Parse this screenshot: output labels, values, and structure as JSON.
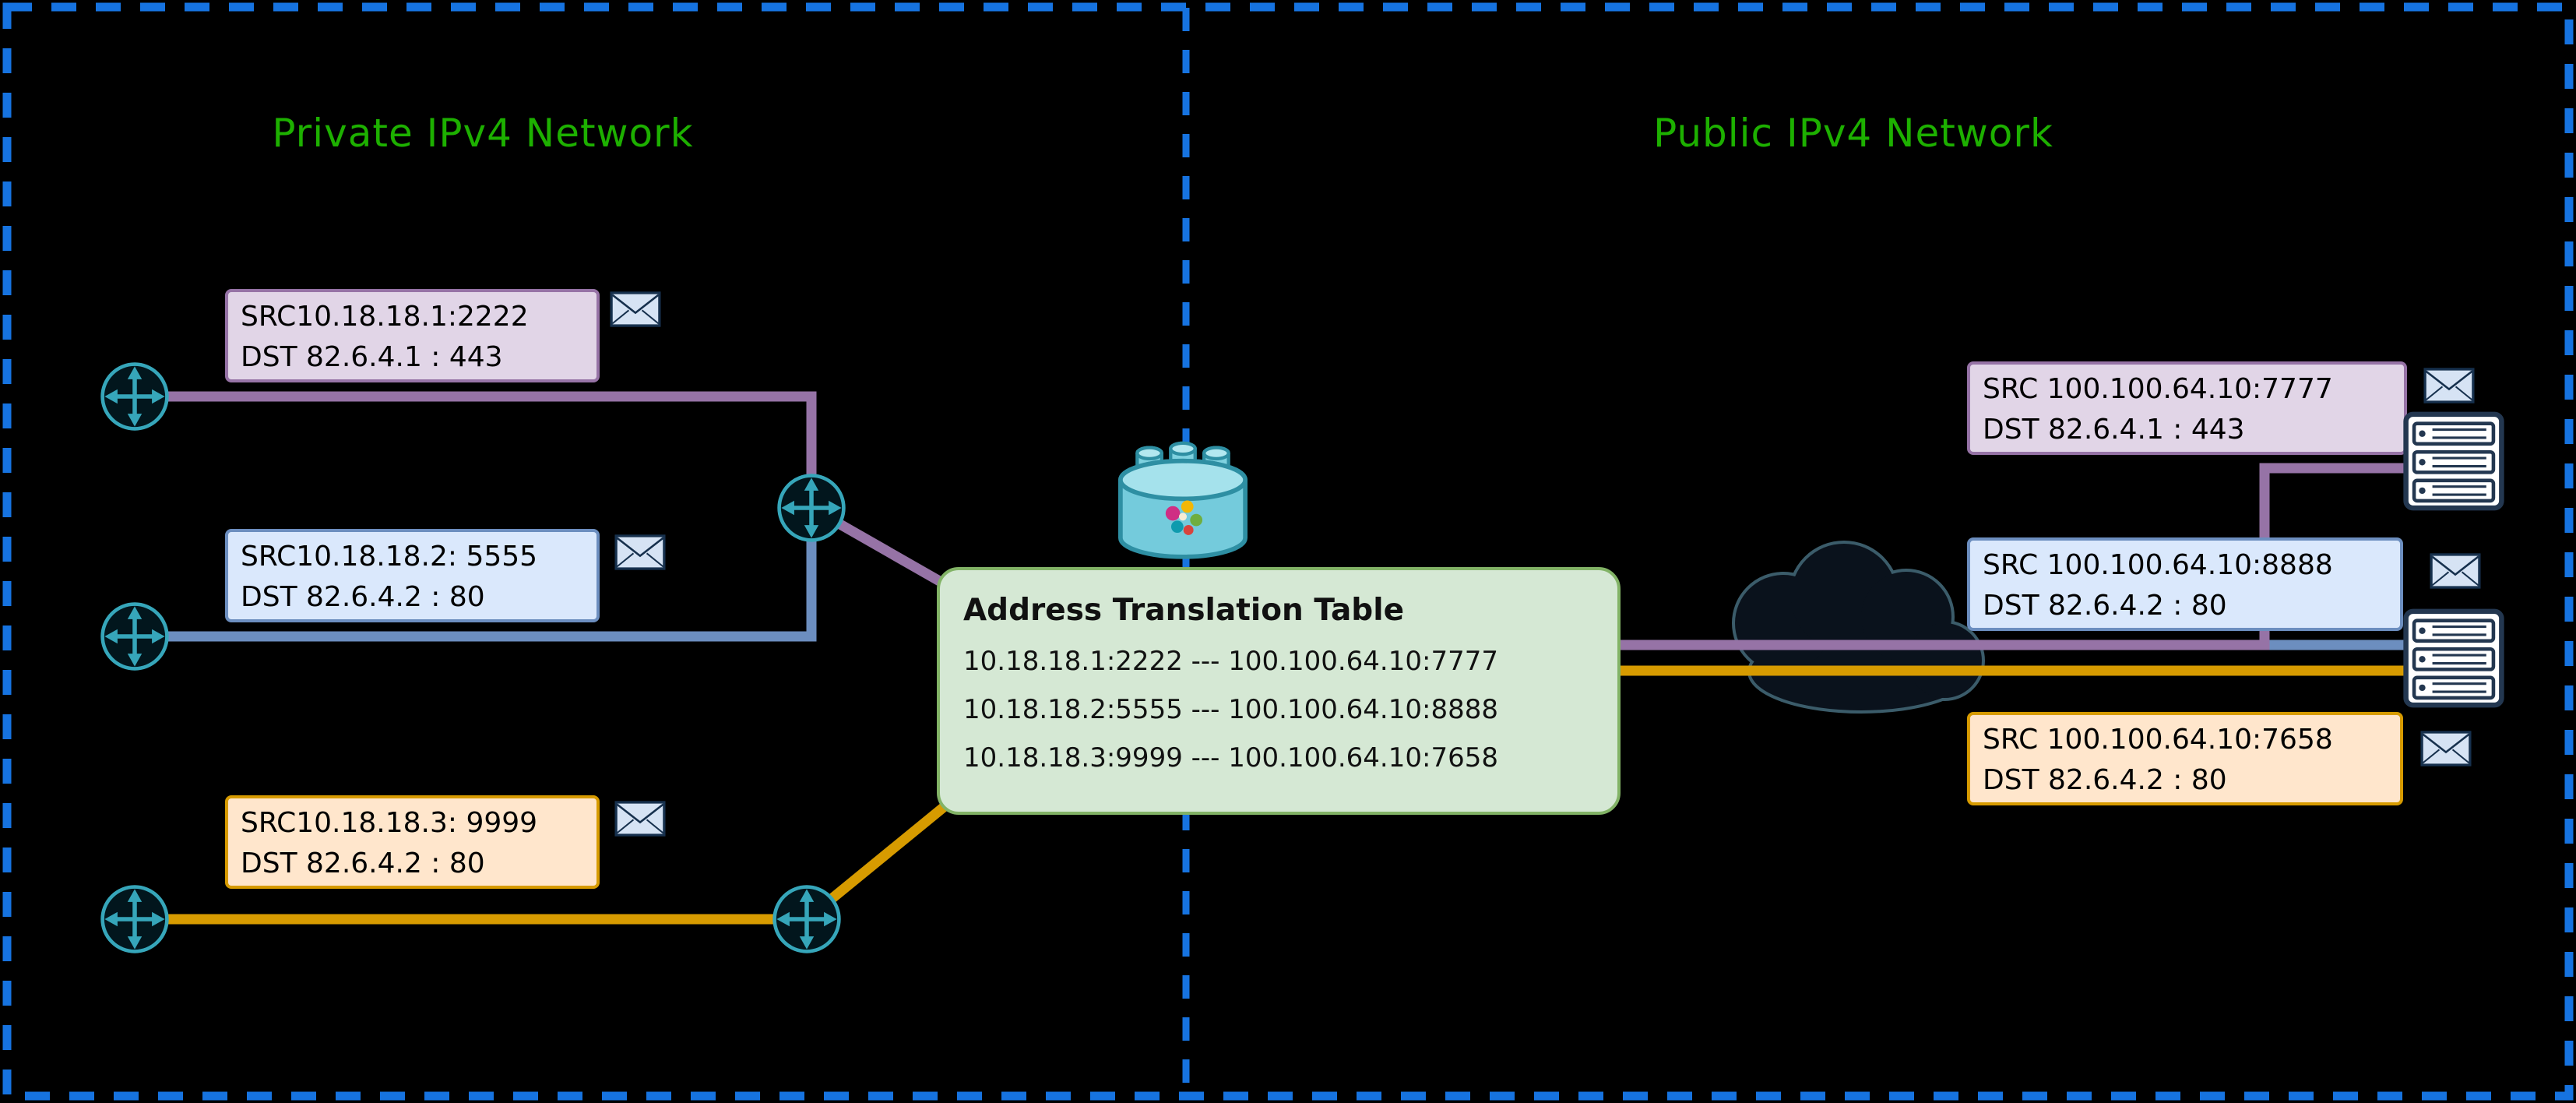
{
  "titles": {
    "private": "Private IPv4 Network",
    "public": "Public IPv4 Network"
  },
  "private_packets": [
    {
      "src_line": "SRC10.18.18.1:2222",
      "dst_line": "DST 82.6.4.1 : 443",
      "color": "purple"
    },
    {
      "src_line": "SRC10.18.18.2: 5555",
      "dst_line": "DST 82.6.4.2 : 80",
      "color": "blue"
    },
    {
      "src_line": "SRC10.18.18.3: 9999",
      "dst_line": "DST 82.6.4.2 : 80",
      "color": "orange"
    }
  ],
  "public_packets": [
    {
      "src_line": "SRC 100.100.64.10:7777",
      "dst_line": "DST 82.6.4.1 : 443",
      "color": "purple"
    },
    {
      "src_line": "SRC 100.100.64.10:8888",
      "dst_line": "DST 82.6.4.2 : 80",
      "color": "blue"
    },
    {
      "src_line": "SRC 100.100.64.10:7658",
      "dst_line": "DST 82.6.4.2 : 80",
      "color": "orange"
    }
  ],
  "nat_table": {
    "title": "Address Translation Table",
    "rows": [
      "10.18.18.1:2222 --- 100.100.64.10:7777",
      "10.18.18.2:5555 ---  100.100.64.10:8888",
      "10.18.18.3:9999 ---  100.100.64.10:7658"
    ]
  },
  "icons": {
    "router": "router-icon",
    "packet_envelope": "envelope-icon",
    "server": "server-icon",
    "nat_device": "nat-device-icon",
    "internet_cloud": "cloud-icon"
  },
  "colors": {
    "title_green": "#1db000",
    "frame_blue": "#1673e0",
    "purple_fill": "#e1d5e7",
    "purple_stroke": "#9673a6",
    "blue_fill": "#dae8fc",
    "blue_stroke": "#6c8ebf",
    "orange_fill": "#ffe6cc",
    "orange_stroke": "#d79b00",
    "green_fill": "#d5e8d4",
    "green_stroke": "#82b366"
  }
}
